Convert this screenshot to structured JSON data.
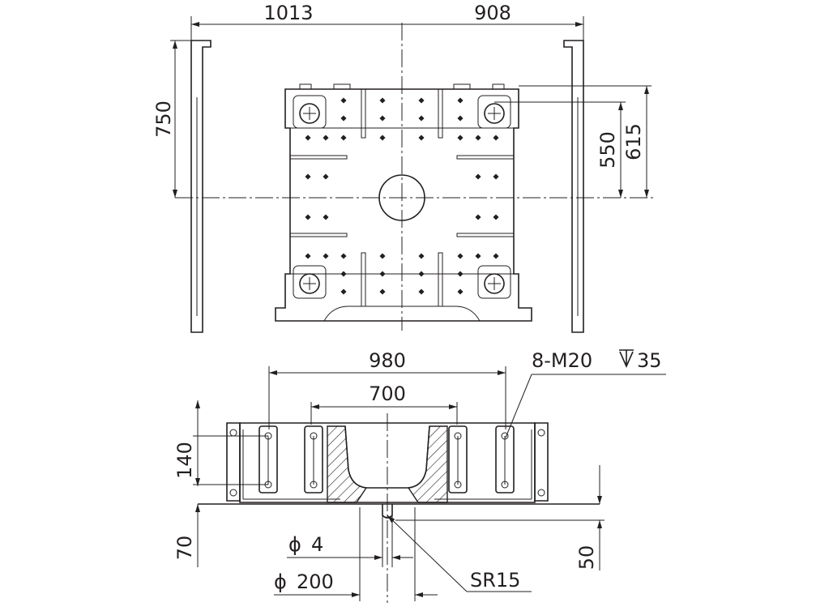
{
  "top_view": {
    "dim_left_width": "1013",
    "dim_right_width": "908",
    "dim_height_left": "750",
    "dim_inner_height": "550",
    "dim_outer_height": "615"
  },
  "front_view": {
    "dim_bolt_span": "980",
    "dim_recess_width": "700",
    "dim_thread_callout": "8-M20",
    "dim_thread_depth": "35",
    "dim_flange_height": "140",
    "dim_base_height": "70",
    "dim_pin_diameter": "4",
    "dim_bore_diameter": "200",
    "dim_pin_length": "50",
    "dim_sphere_radius": "SR15",
    "diameter_symbol": "ϕ"
  },
  "colors": {
    "line": "#231f20",
    "hatch": "#231f20",
    "background": "#ffffff"
  }
}
